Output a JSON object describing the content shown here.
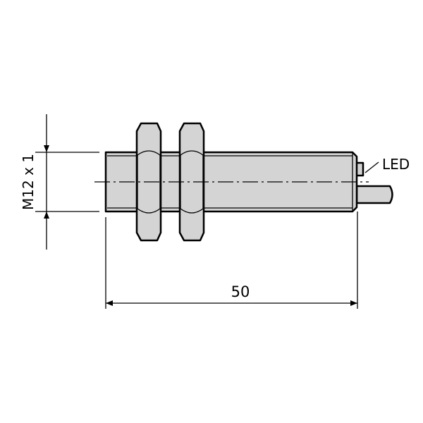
{
  "labels": {
    "thread": "M12 x 1",
    "length": "50",
    "led": "LED"
  },
  "colors": {
    "body_fill": "#d4d4d4",
    "stroke": "#000000",
    "background": "#ffffff"
  }
}
